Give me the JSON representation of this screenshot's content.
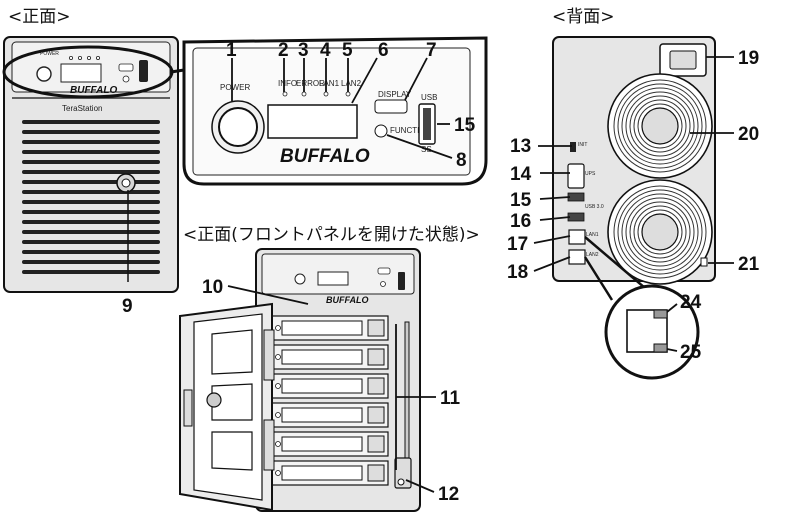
{
  "captions": {
    "front": "<正面>",
    "back": "<背面>",
    "front_open": "<正面(フロントパネルを開けた状態)>"
  },
  "panel": {
    "brand": "BUFFALO",
    "model": "TeraStation",
    "power_label": "POWER",
    "info_label": "INFO",
    "error_label": "ERROR",
    "lan1_label": "LAN1",
    "lan2_label": "LAN2",
    "display_label": "DISPLAY",
    "function_label": "FUNCTION",
    "usb_label": "USB",
    "usb_speed": "SS"
  },
  "rear": {
    "ups_label": "UPS",
    "reset_label": "INIT",
    "lan1_label": "LAN1",
    "lan2_label": "LAN2",
    "usb_label": "USB 3.0"
  },
  "callouts": [
    "1",
    "2",
    "3",
    "4",
    "5",
    "6",
    "7",
    "8",
    "9",
    "10",
    "11",
    "12",
    "13",
    "14",
    "15",
    "16",
    "17",
    "18",
    "19",
    "20",
    "21",
    "24",
    "25"
  ],
  "colors": {
    "line": "#111111",
    "body": "#e6e6e6",
    "panel": "#f2f2f2",
    "dark": "#333333"
  }
}
